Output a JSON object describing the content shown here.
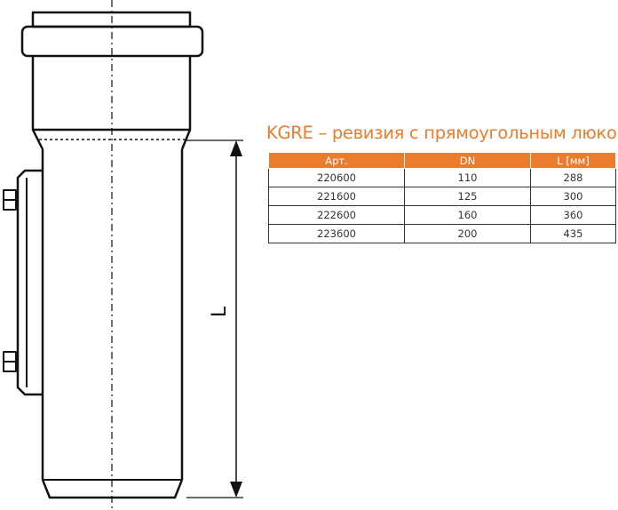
{
  "title": "KGRE – ревизия с прямоугольным люком",
  "colors": {
    "accent": "#ea7d2d",
    "line": "#111111",
    "table_border": "#333333",
    "table_text": "#333333"
  },
  "table": {
    "headers": [
      "Арт.",
      "DN",
      "L [мм]"
    ],
    "rows": [
      [
        "220600",
        "110",
        "288"
      ],
      [
        "221600",
        "125",
        "300"
      ],
      [
        "222600",
        "160",
        "360"
      ],
      [
        "223600",
        "200",
        "435"
      ]
    ]
  },
  "drawing": {
    "dimension_label": "L"
  }
}
